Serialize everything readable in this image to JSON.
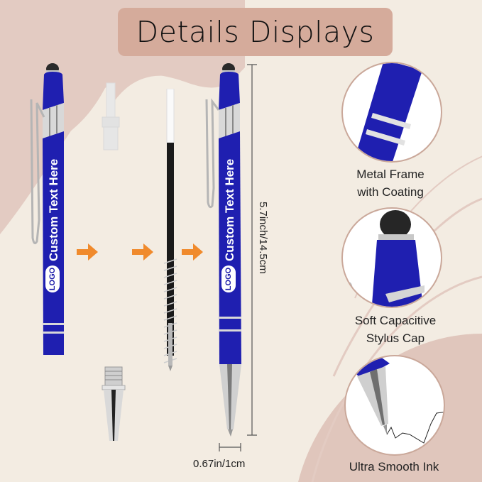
{
  "header": {
    "title": "Details Displays"
  },
  "colors": {
    "background_cream": "#f3ece2",
    "background_blush": "#e3cbc2",
    "title_box": "#d5ab9b",
    "pen_blue": "#1f1fb0",
    "arrow_orange": "#f08a2c",
    "circle_border": "#caa89a"
  },
  "pen": {
    "custom_text": "Custom Text Here",
    "logo_text": "LOGO"
  },
  "dimensions": {
    "length": "5.7inch/14.5cm",
    "width": "0.67in/1cm"
  },
  "parts": {
    "items": [
      {
        "name": "assembled pen with clip"
      },
      {
        "name": "plastic refill adapter"
      },
      {
        "name": "ink refill with spring"
      },
      {
        "name": "metal tip cone"
      },
      {
        "name": "assembled pen"
      }
    ],
    "arrows": [
      "arrow-1",
      "arrow-2",
      "arrow-3"
    ]
  },
  "features": [
    {
      "label_line1": "Metal Frame",
      "label_line2": "with Coating"
    },
    {
      "label_line1": "Soft Capacitive",
      "label_line2": "Stylus Cap"
    },
    {
      "label_line1": "Ultra Smooth Ink",
      "label_line2": ""
    }
  ]
}
